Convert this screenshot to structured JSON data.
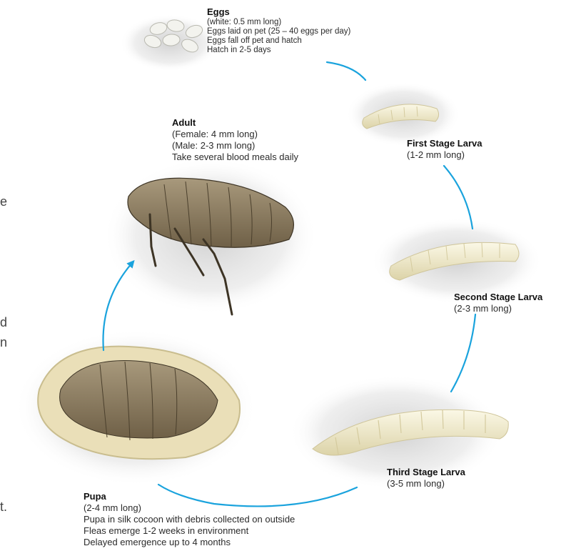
{
  "stages": {
    "eggs": {
      "title": "Eggs",
      "lines": [
        "(white: 0.5 mm long)",
        "Eggs laid on pet (25 – 40 eggs per day)",
        "Eggs fall off pet and hatch",
        "Hatch in 2-5 days"
      ]
    },
    "first_larva": {
      "title": "First Stage Larva",
      "lines": [
        "(1-2 mm long)"
      ]
    },
    "second_larva": {
      "title": "Second Stage Larva",
      "lines": [
        "(2-3 mm long)"
      ]
    },
    "third_larva": {
      "title": "Third Stage Larva",
      "lines": [
        "(3-5 mm long)"
      ]
    },
    "pupa": {
      "title": "Pupa",
      "lines": [
        "(2-4 mm long)",
        "Pupa in silk cocoon with debris collected on outside",
        "Fleas emerge 1-2 weeks in environment",
        "Delayed emergence up to 4 months"
      ]
    },
    "adult": {
      "title": "Adult",
      "lines": [
        "(Female: 4 mm long)",
        "(Male: 2-3 mm long)",
        "Take several blood meals daily"
      ]
    }
  },
  "edge_fragments": [
    "e",
    "d",
    "n",
    "t."
  ],
  "colors": {
    "arrow": "#1aa3dd",
    "larva": "#f2ecd0",
    "flea": "#8a7a60",
    "cocoon": "#e9dfb8",
    "shadow": "#cfcfcf"
  }
}
